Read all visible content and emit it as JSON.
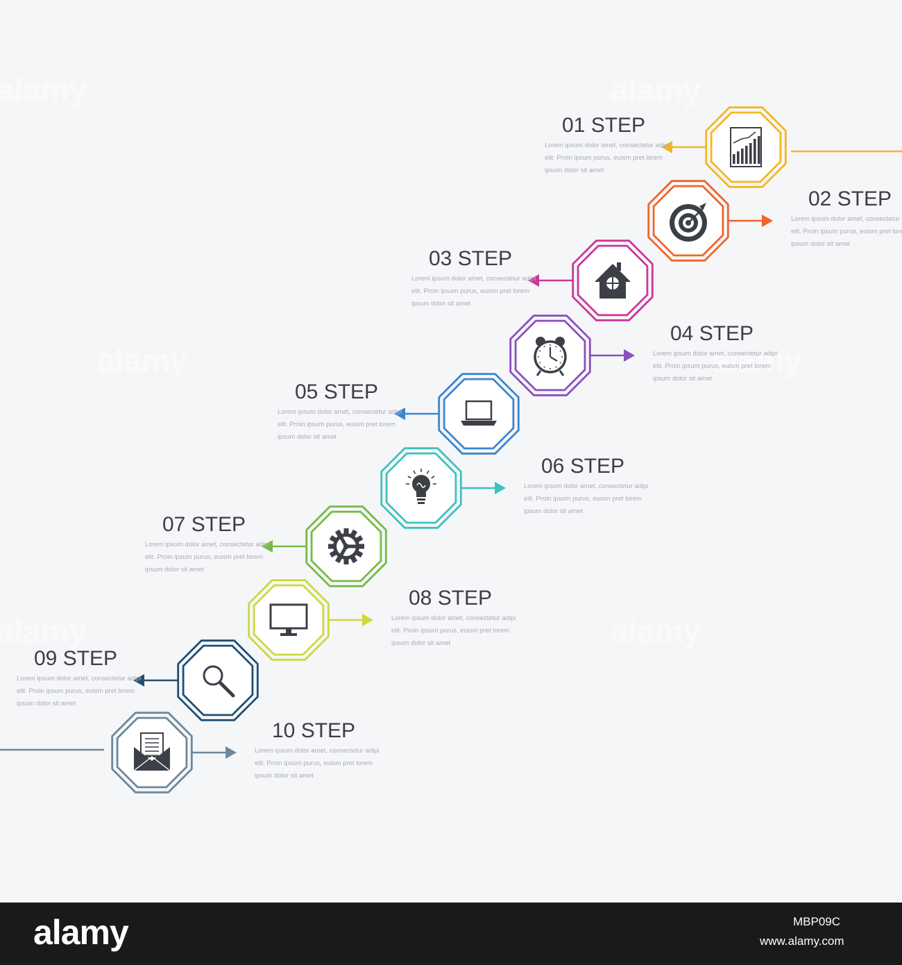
{
  "steps": [
    {
      "title": "01 STEP",
      "color": "#f5b622",
      "icon": "bar-chart-icon",
      "side": "left"
    },
    {
      "title": "02 STEP",
      "color": "#f0642a",
      "icon": "target-icon",
      "side": "right"
    },
    {
      "title": "03 STEP",
      "color": "#cc3699",
      "icon": "home-icon",
      "side": "left"
    },
    {
      "title": "04 STEP",
      "color": "#8a4fbd",
      "icon": "alarm-clock-icon",
      "side": "right"
    },
    {
      "title": "05 STEP",
      "color": "#3b86cf",
      "icon": "laptop-icon",
      "side": "left"
    },
    {
      "title": "06 STEP",
      "color": "#3ec1be",
      "icon": "lightbulb-icon",
      "side": "right"
    },
    {
      "title": "07 STEP",
      "color": "#76bb44",
      "icon": "gear-icon",
      "side": "left"
    },
    {
      "title": "08 STEP",
      "color": "#cdd939",
      "icon": "monitor-icon",
      "side": "right"
    },
    {
      "title": "09 STEP",
      "color": "#1f4f73",
      "icon": "magnifier-icon",
      "side": "left"
    },
    {
      "title": "10 STEP",
      "color": "#6e8799",
      "icon": "envelope-icon",
      "side": "right"
    }
  ],
  "description_lines": [
    "Lorem ipsum dolor amet, consectetur adipi",
    "elit. Proin ipsum purus, euism pret lorem",
    "ipsum dolor sit amet"
  ],
  "watermark": "alamy",
  "footer": {
    "logo": "alamy",
    "image_id": "MBP09C",
    "url": "www.alamy.com"
  }
}
